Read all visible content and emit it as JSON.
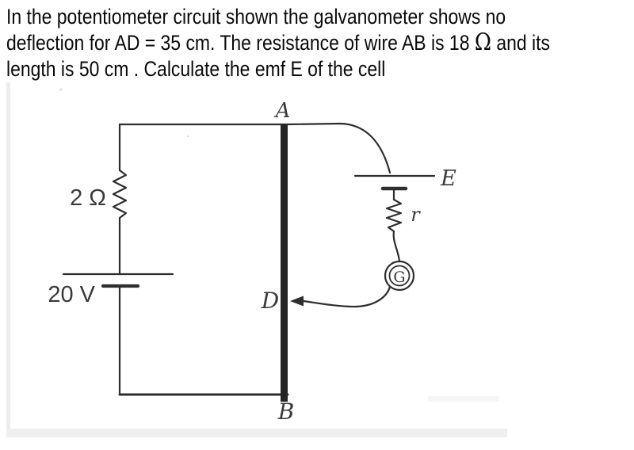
{
  "question": {
    "line1": "In the potentiometer circuit shown the galvanometer shows no",
    "line2_pre": "deflection for AD = 35 cm. The resistance of wire AB is 18 ",
    "line2_omega": "Ω",
    "line2_post": " and its",
    "line3": "length is 50 cm . Calculate the emf E of the cell"
  },
  "diagram": {
    "labels": {
      "node_a": "A",
      "node_b": "B",
      "node_d": "D",
      "cell_emf": "E",
      "internal_resistance": "r",
      "galvanometer": "G",
      "series_resistor": "2 Ω",
      "driver_battery": "20 V"
    },
    "colors": {
      "ink": "#2e2e2e",
      "thick_wire": "#242424",
      "scan_strip": "#ececec"
    }
  }
}
